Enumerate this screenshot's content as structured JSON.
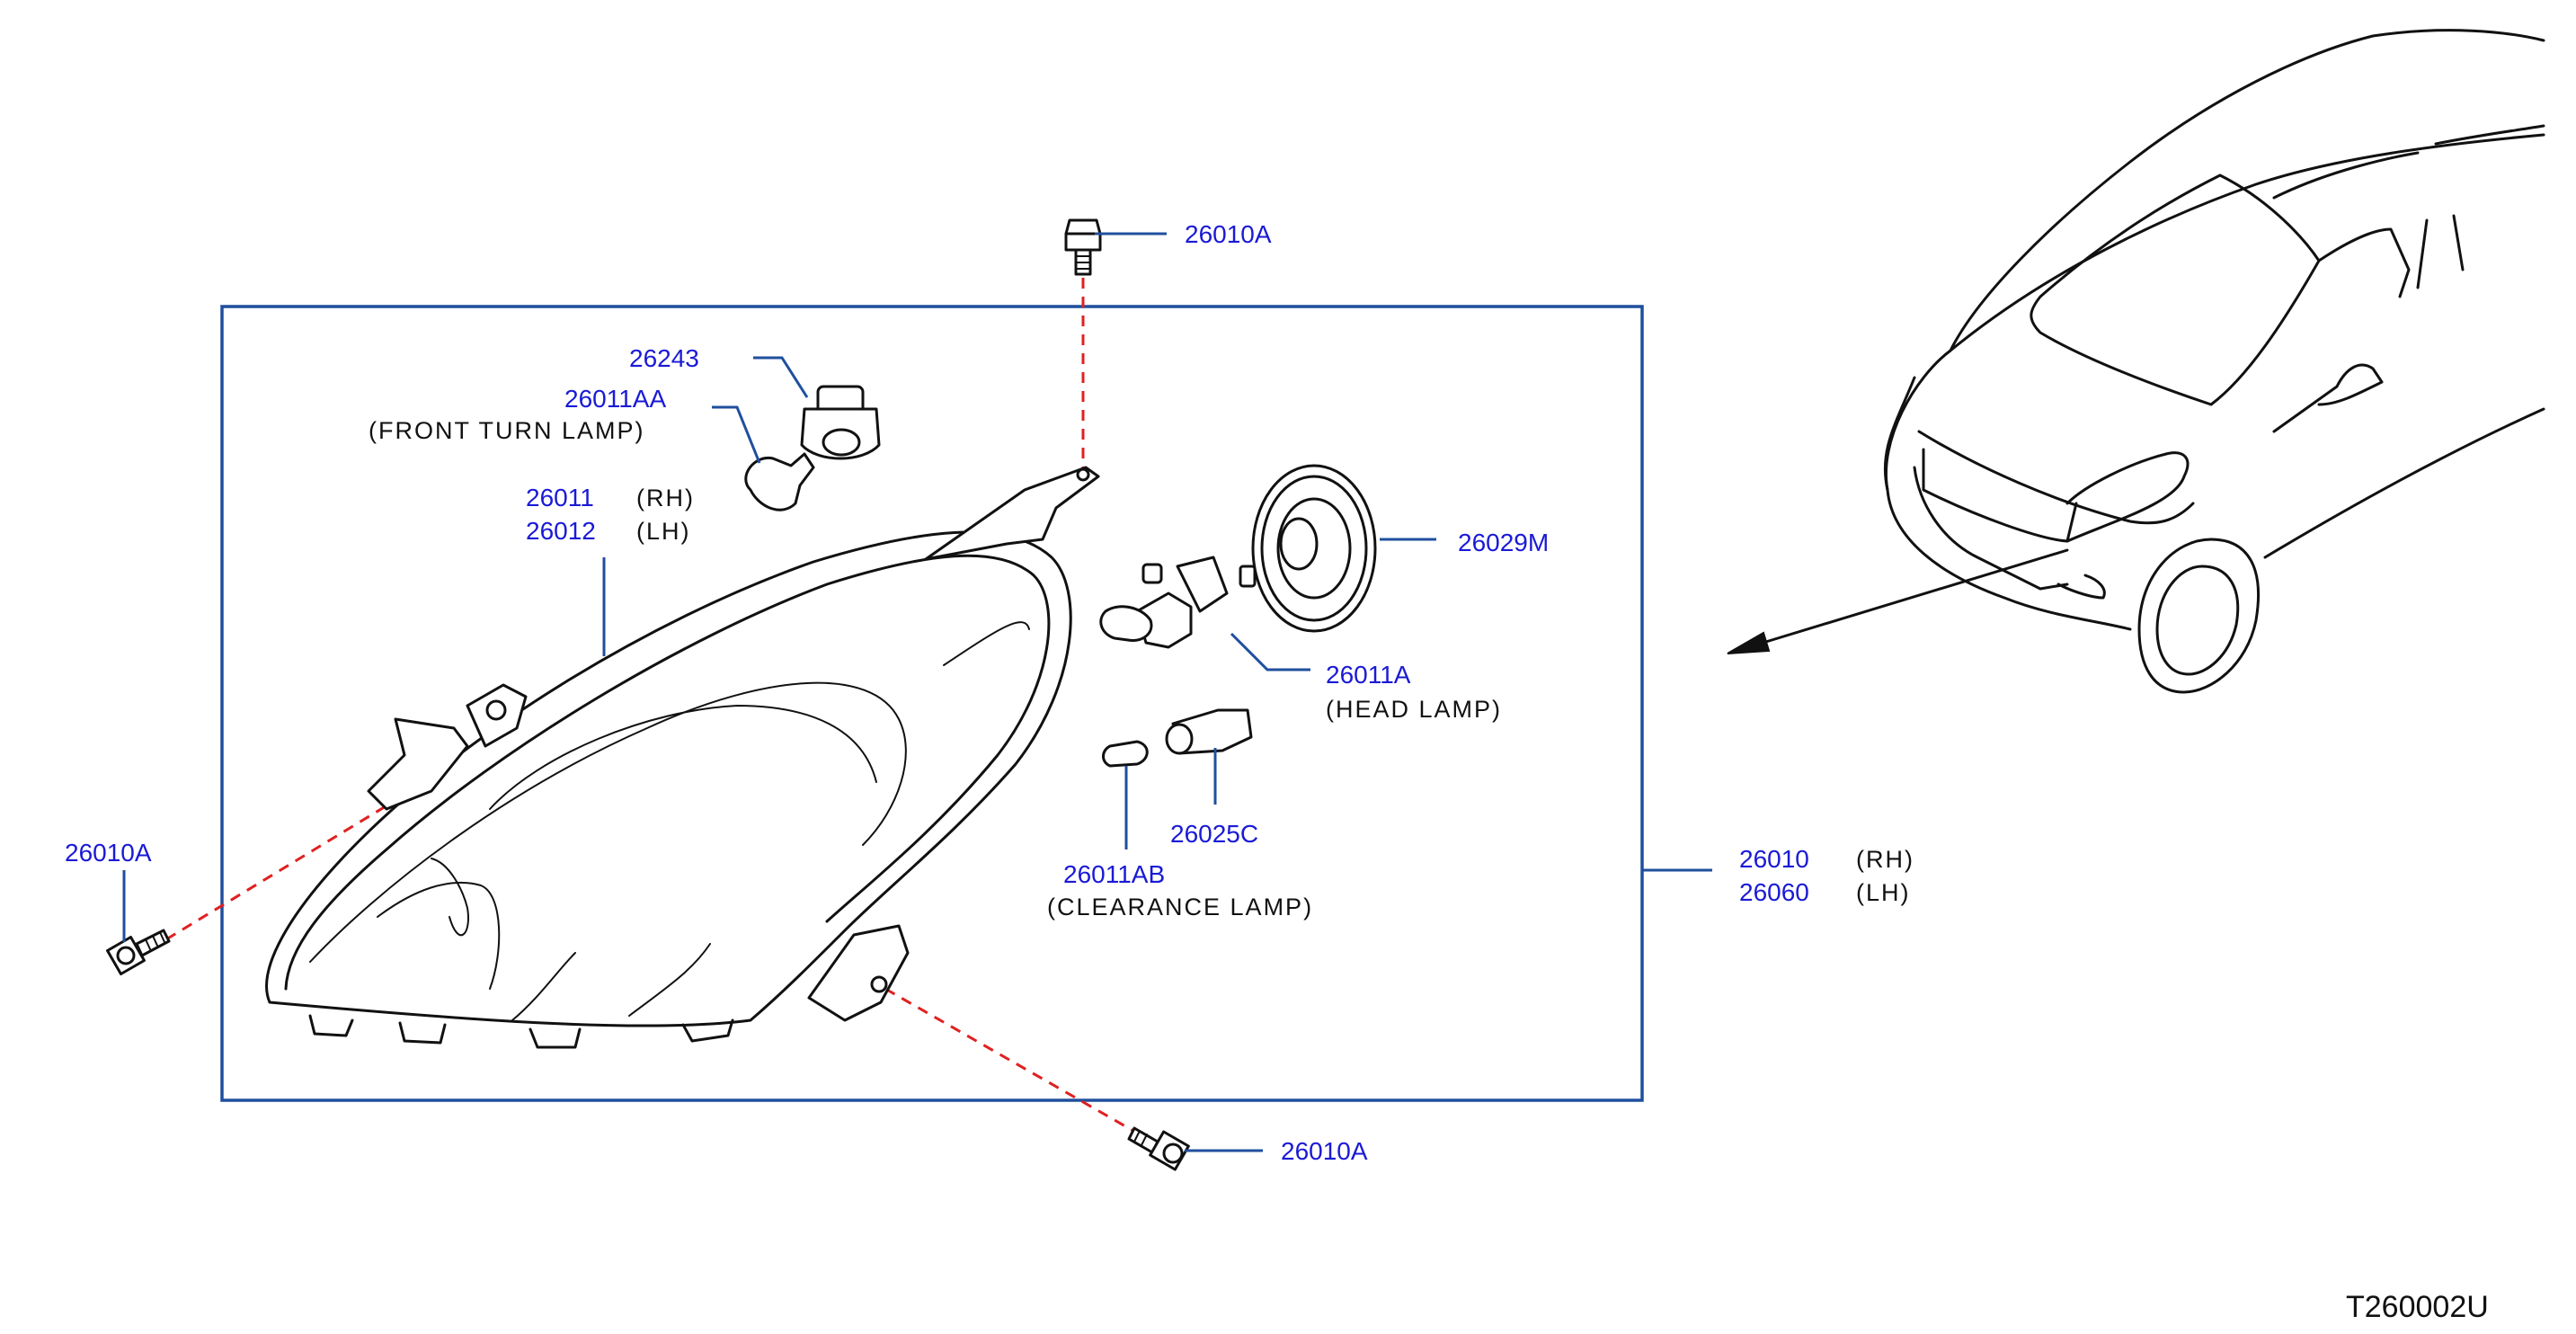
{
  "diagram_code": "T260002U",
  "callouts": {
    "bolt_top": "26010A",
    "bolt_left": "26010A",
    "bolt_bottom": "26010A",
    "socket_turn": "26243",
    "bulb_turn": "26011AA",
    "bulb_turn_desc": "(FRONT   TURN   LAMP)",
    "housing_rh_num": "26011",
    "housing_rh_side": "(RH)",
    "housing_lh_num": "26012",
    "housing_lh_side": "(LH)",
    "cap": "26029M",
    "bulb_head": "26011A",
    "bulb_head_desc": "(HEAD   LAMP)",
    "socket_clear": "26025C",
    "bulb_clear": "26011AB",
    "bulb_clear_desc": "(CLEARANCE   LAMP)",
    "assy_rh_num": "26010",
    "assy_rh_side": "(RH)",
    "assy_lh_num": "26060",
    "assy_lh_side": "(LH)"
  },
  "colors": {
    "callout_text": "#1a1ad6",
    "leader_lines": "#1f4f9e",
    "dashed_guides": "#e02020",
    "drawing": "#111111"
  }
}
